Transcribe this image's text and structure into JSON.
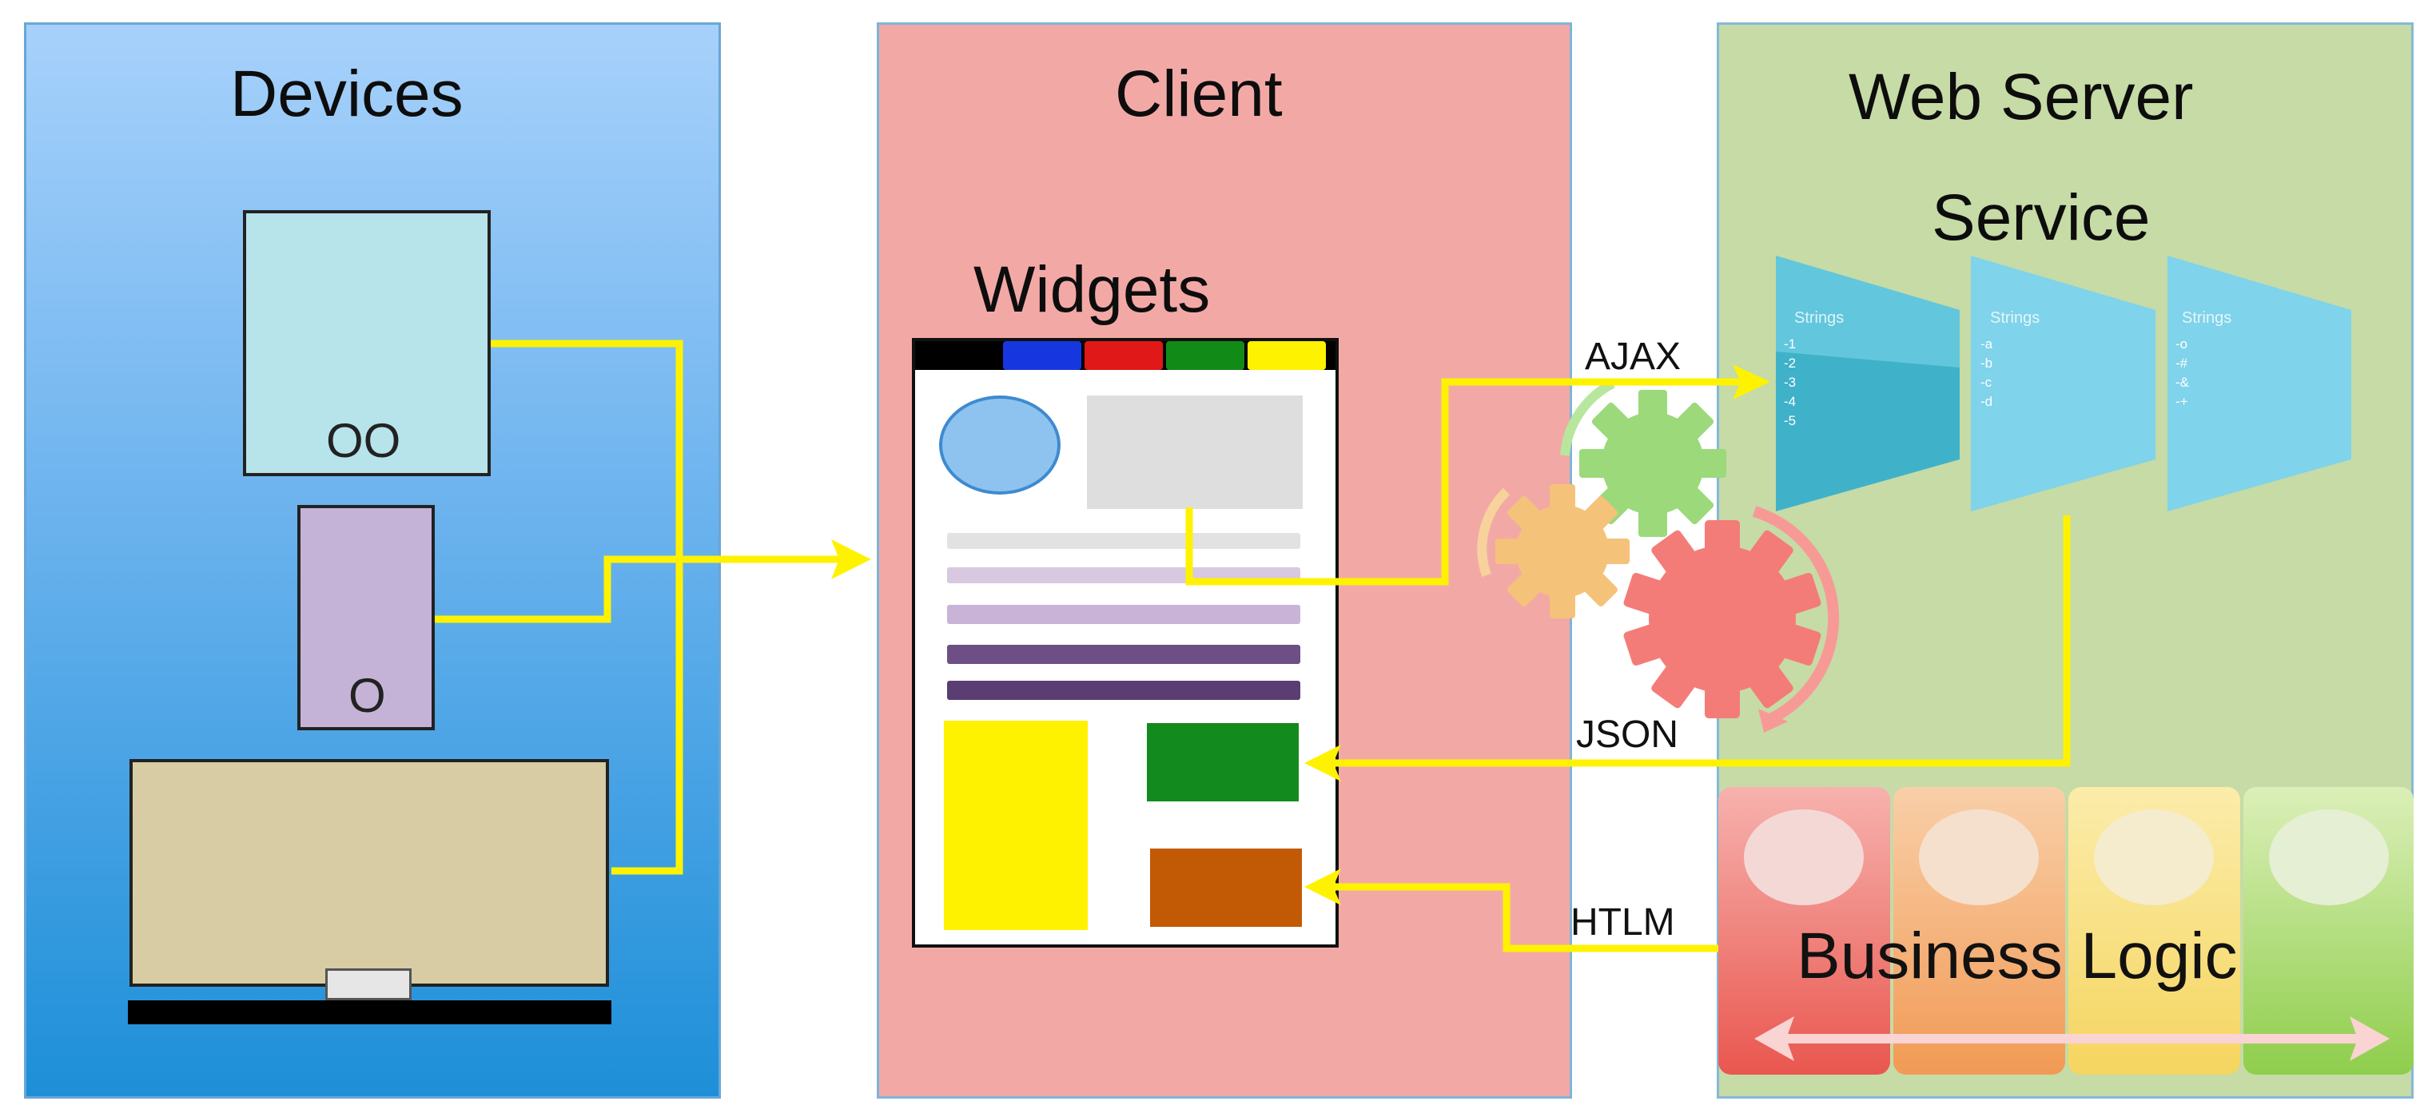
{
  "panels": {
    "devices": {
      "title": "Devices"
    },
    "client": {
      "title": "Client",
      "widgets_label": "Widgets"
    },
    "server": {
      "title": "Web Server",
      "service_label": "Service"
    }
  },
  "devices": [
    {
      "name": "tablet",
      "mark": "OO"
    },
    {
      "name": "phone",
      "mark": "O"
    },
    {
      "name": "laptop",
      "mark": ""
    }
  ],
  "connectors": {
    "ajax": "AJAX",
    "json": "JSON",
    "html": "HTLM"
  },
  "service_filters": [
    {
      "header": "Strings",
      "lines": [
        "-1",
        "-2",
        "-3",
        "-4",
        "-5"
      ]
    },
    {
      "header": "Strings",
      "lines": [
        "-a",
        "-b",
        "-c",
        "-d"
      ]
    },
    {
      "header": "Strings",
      "lines": [
        "-o",
        "-#",
        "-&",
        "-+"
      ]
    }
  ],
  "business_logic": {
    "label": "Business Logic"
  },
  "colors": {
    "connector": "#fff200",
    "devices_bg": "#5aa9e6",
    "client_bg": "#f2a9a6",
    "server_bg": "#c6dba6",
    "gear_green": "#9bd97a",
    "gear_orange": "#f5c27a",
    "gear_red": "#f47c78"
  }
}
